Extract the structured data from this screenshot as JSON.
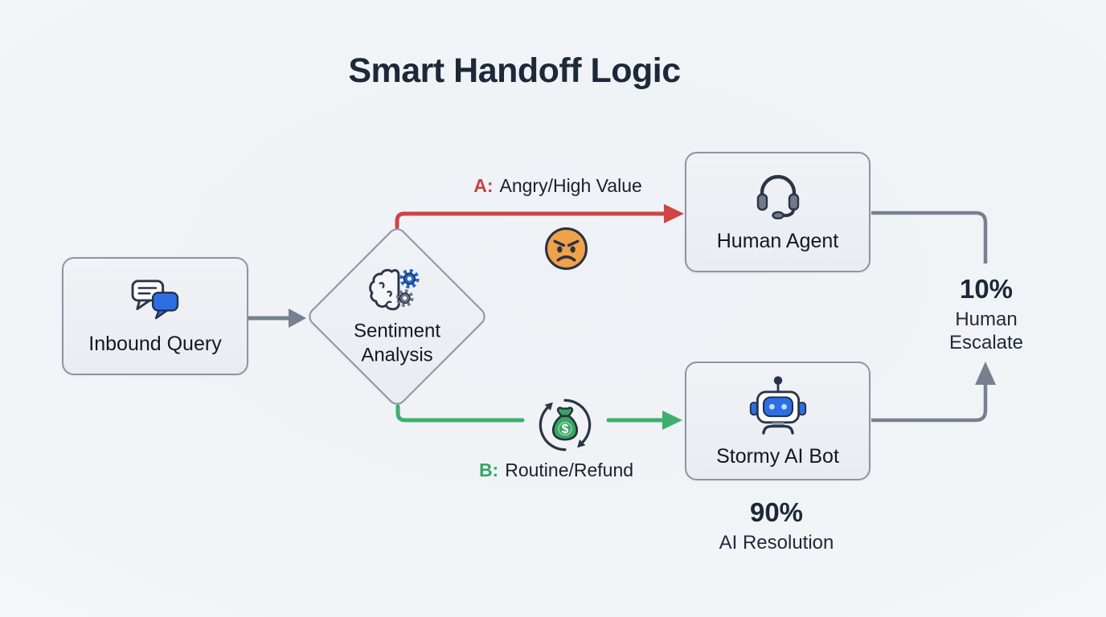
{
  "title": "Smart Handoff Logic",
  "nodes": {
    "inbound": {
      "label": "Inbound Query",
      "icon": "chat-bubbles-icon"
    },
    "sentiment": {
      "line1": "Sentiment",
      "line2": "Analysis",
      "icon": "brain-gears-icon"
    },
    "human_agent": {
      "label": "Human Agent",
      "icon": "headset-icon"
    },
    "ai_bot": {
      "label": "Stormy AI Bot",
      "icon": "robot-icon"
    }
  },
  "branches": {
    "a": {
      "prefix": "A:",
      "label": "Angry/High Value",
      "icon": "angry-face-icon",
      "color": "#c84040"
    },
    "b": {
      "prefix": "B:",
      "label": "Routine/Refund",
      "icon": "money-refund-icon",
      "color": "#33a664"
    }
  },
  "stats": {
    "ai_resolution": {
      "value": "90%",
      "label": "AI Resolution"
    },
    "human_escalate": {
      "value": "10%",
      "label_line1": "Human",
      "label_line2": "Escalate"
    }
  },
  "money_symbol": "$",
  "colors": {
    "branch_a_red": "#cf4444",
    "branch_b_green": "#3cb06c",
    "connector_gray": "#78808f",
    "title_navy": "#1d2838",
    "box_border": "#8d95a3",
    "box_fill": "#edeff4",
    "bot_blue": "#2e6ee4",
    "emoji_orange": "#f0a24b",
    "money_green": "#36a75f",
    "icon_outline": "#2b3547"
  }
}
